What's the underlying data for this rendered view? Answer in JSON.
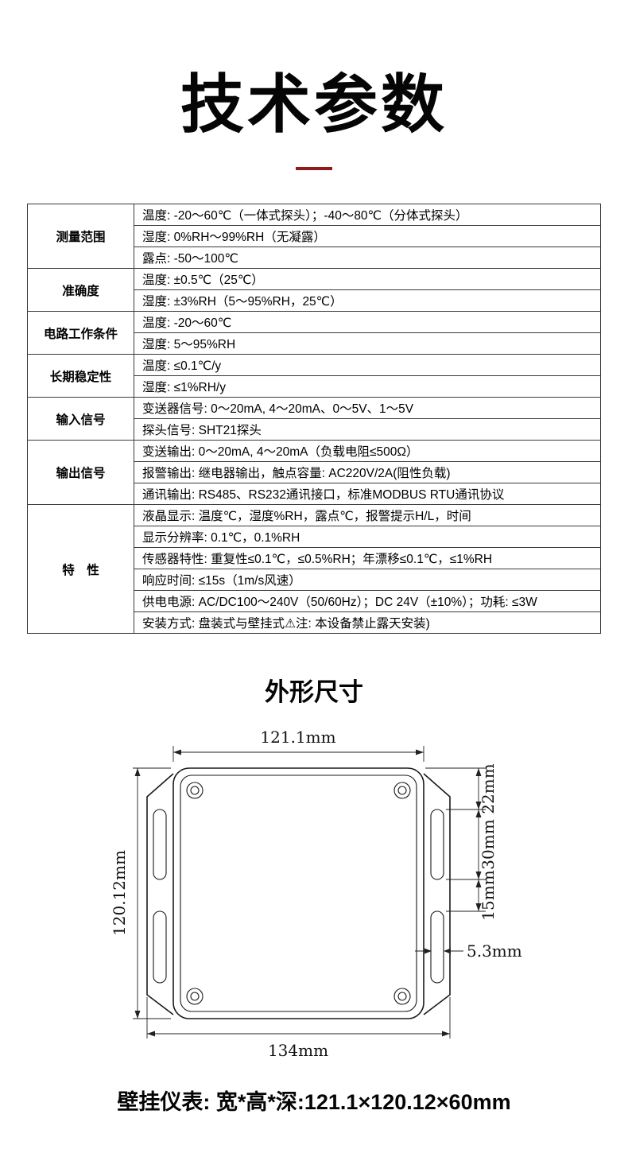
{
  "page": {
    "title": "技术参数",
    "accent_color": "#8E1C1C"
  },
  "spec_table": {
    "rows": [
      {
        "category": "测量范围",
        "items": [
          "温度: -20～60℃（一体式探头）；-40～80℃（分体式探头）",
          "湿度: 0%RH～99%RH（无凝露）",
          "露点: -50～100℃"
        ]
      },
      {
        "category": "准确度",
        "items": [
          "温度: ±0.5℃（25℃）",
          "湿度: ±3%RH（5～95%RH，25℃）"
        ]
      },
      {
        "category": "电路工作条件",
        "items": [
          "温度: -20～60℃",
          "湿度: 5～95%RH"
        ]
      },
      {
        "category": "长期稳定性",
        "items": [
          "温度: ≤0.1℃/y",
          "湿度: ≤1%RH/y"
        ]
      },
      {
        "category": "输入信号",
        "items": [
          "变送器信号: 0～20mA, 4～20mA、0～5V、1～5V",
          "探头信号: SHT21探头"
        ]
      },
      {
        "category": "输出信号",
        "items": [
          "变送输出: 0～20mA, 4～20mA（负载电阻≤500Ω）",
          "报警输出: 继电器输出，触点容量: AC220V/2A(阻性负载)",
          "通讯输出: RS485、RS232通讯接口，标准MODBUS RTU通讯协议"
        ]
      },
      {
        "category": "特　性",
        "items": [
          "液晶显示: 温度℃，湿度%RH，露点℃，报警提示H/L，时间",
          "显示分辨率: 0.1℃，0.1%RH",
          "传感器特性: 重复性≤0.1℃，≤0.5%RH；年漂移≤0.1℃，≤1%RH",
          "响应时间: ≤15s（1m/s风速）",
          "供电电源: AC/DC100～240V（50/60Hz）；DC 24V（±10%）；功耗: ≤3W",
          "安装方式: 盘装式与壁挂式⚠注: 本设备禁止露天安装)"
        ]
      }
    ]
  },
  "dimensions_section": {
    "title": "外形尺寸",
    "labels": {
      "width_top": "121.1mm",
      "height_left": "120.12mm",
      "right_top": "22mm",
      "right_mid": "30mm",
      "right_gap": "15mm",
      "slot_width": "5.3mm",
      "width_bottom": "134mm"
    },
    "footer": "壁挂仪表: 宽*高*深:121.1×120.12×60mm"
  }
}
